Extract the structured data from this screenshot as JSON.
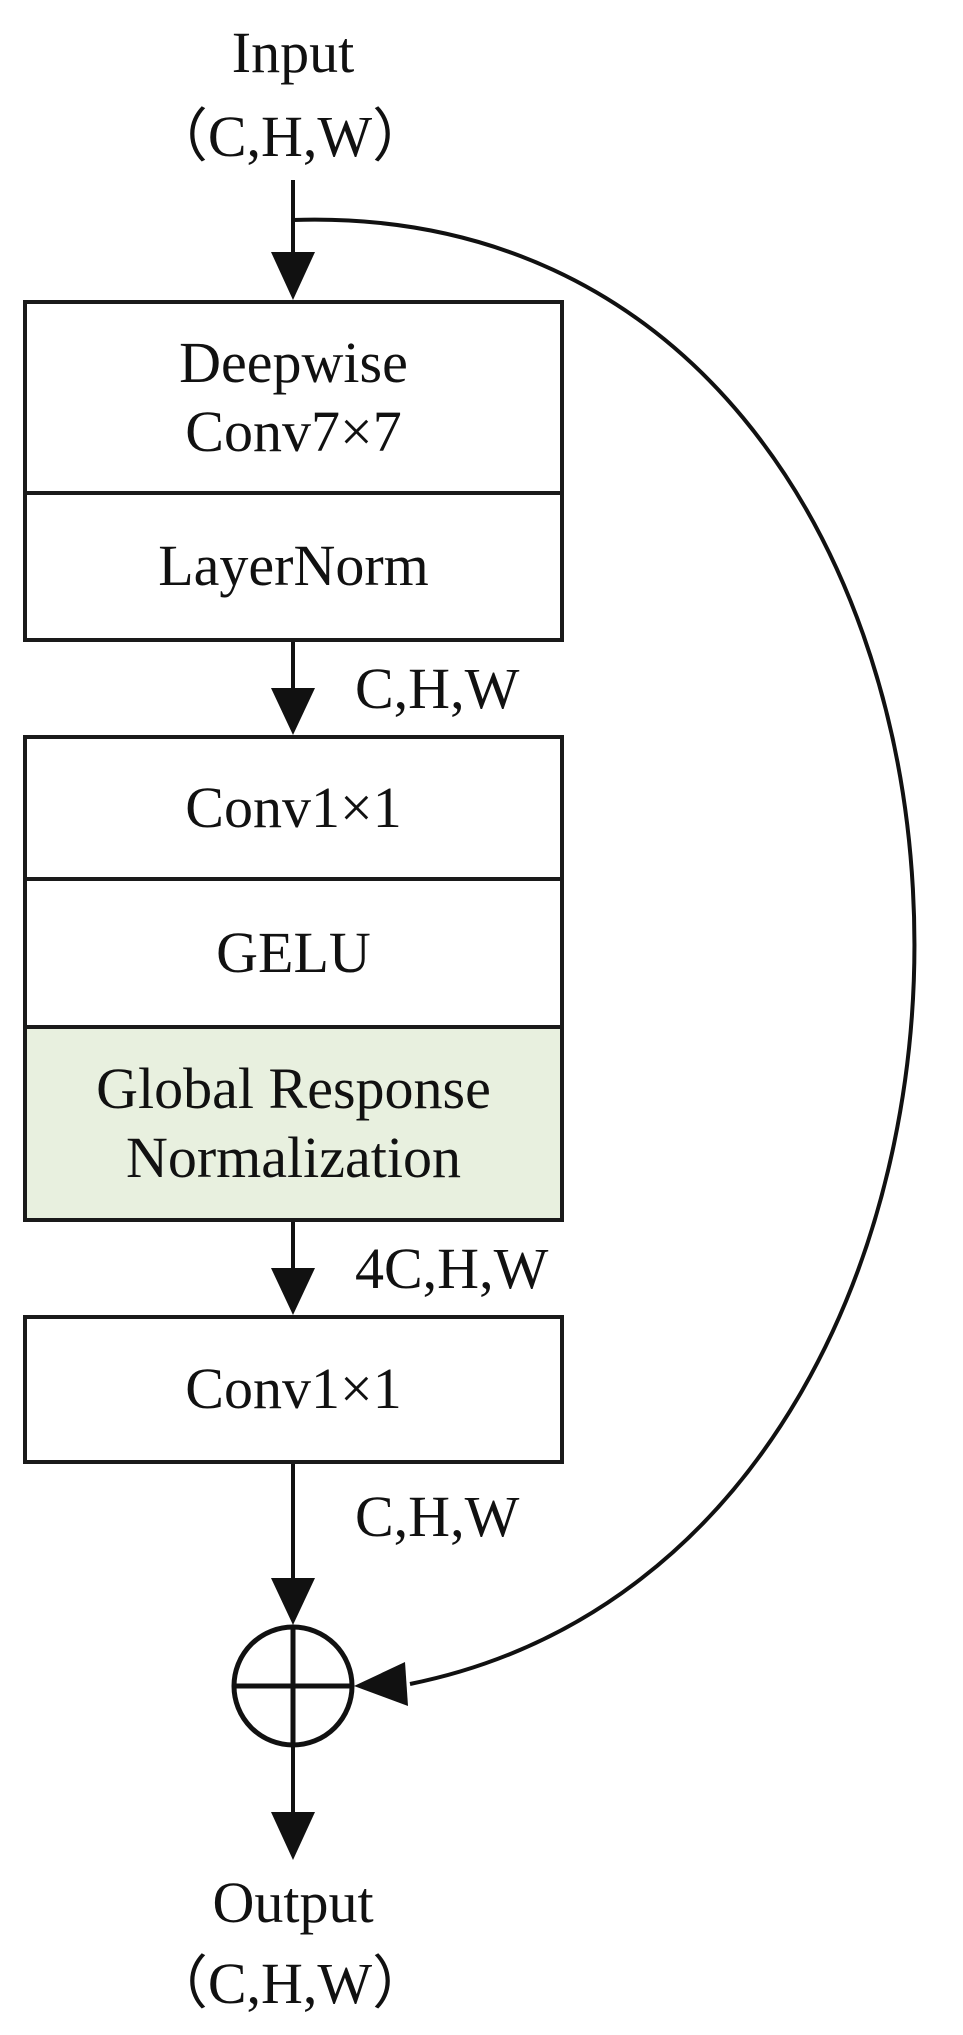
{
  "input": {
    "label": "Input",
    "shape": "（C,H,W）"
  },
  "block1": {
    "dwconv_line1": "Deepwise",
    "dwconv_line2": "Conv7×7",
    "norm": "LayerNorm"
  },
  "shape_after_block1": "C,H,W",
  "block2": {
    "conv": "Conv1×1",
    "act": "GELU",
    "grn_line1": "Global Response",
    "grn_line2": "Normalization",
    "grn_color": "#e8f0df"
  },
  "shape_after_block2": "4C,H,W",
  "block3": {
    "conv": "Conv1×1"
  },
  "shape_after_block3": "C,H,W",
  "output": {
    "label": "Output",
    "shape": "（C,H,W）"
  }
}
